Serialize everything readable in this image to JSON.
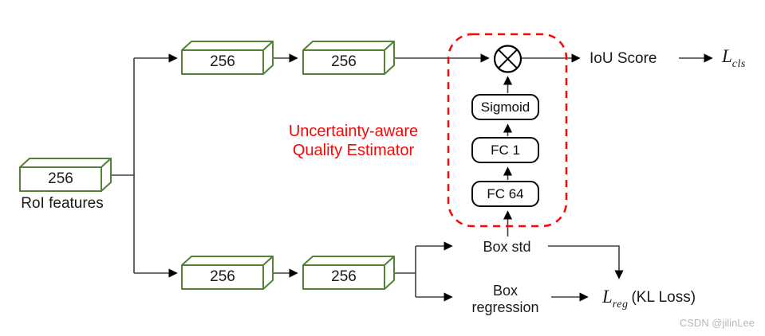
{
  "diagram": {
    "roi": {
      "value": "256",
      "label": "RoI features"
    },
    "conv_boxes": {
      "top1": "256",
      "top2": "256",
      "bottom1": "256",
      "bottom2": "256"
    },
    "estimator": {
      "title_line1": "Uncertainty-aware",
      "title_line2": "Quality Estimator",
      "layers": {
        "sigmoid": "Sigmoid",
        "fc1": "FC 1",
        "fc64": "FC 64"
      }
    },
    "outputs": {
      "iou_score": "IoU Score",
      "box_std": "Box std",
      "box_reg_line1": "Box",
      "box_reg_line2": "regression",
      "l_cls": {
        "main": "L",
        "sub": "cls"
      },
      "l_reg": {
        "main": "L",
        "sub": "reg",
        "suffix": "(KL Loss)"
      }
    },
    "watermark": "CSDN @jilinLee",
    "colors": {
      "feature_box_green": "#538135",
      "estimator_red": "#fa0505",
      "line_gray": "#404040",
      "arrow_black": "#000000",
      "watermark_gray": "#b3b7bf"
    }
  }
}
